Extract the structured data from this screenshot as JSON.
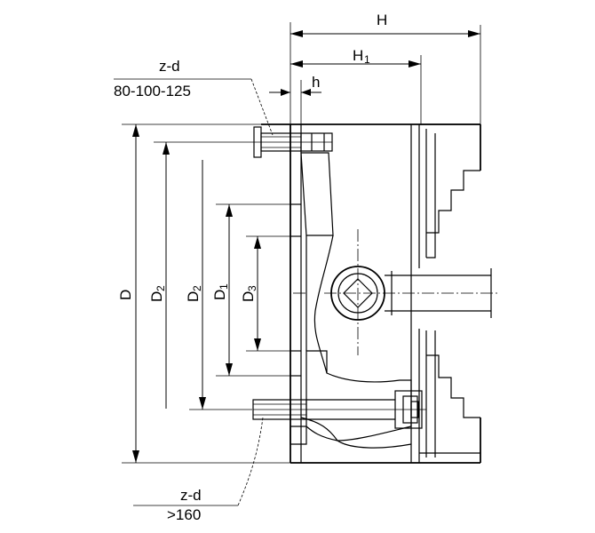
{
  "dimensions": {
    "H": "H",
    "H1": "H",
    "H1_sub": "1",
    "h": "h",
    "D": "D",
    "D2_left": "D",
    "D2_left_sub": "2",
    "D2_right": "D",
    "D2_right_sub": "2",
    "D1": "D",
    "D1_sub": "1",
    "D3": "D",
    "D3_sub": "3"
  },
  "notes": {
    "top_zd": "z-d",
    "top_sizes": "80-100-125",
    "bottom_zd": "z-d",
    "bottom_sizes": ">160"
  }
}
